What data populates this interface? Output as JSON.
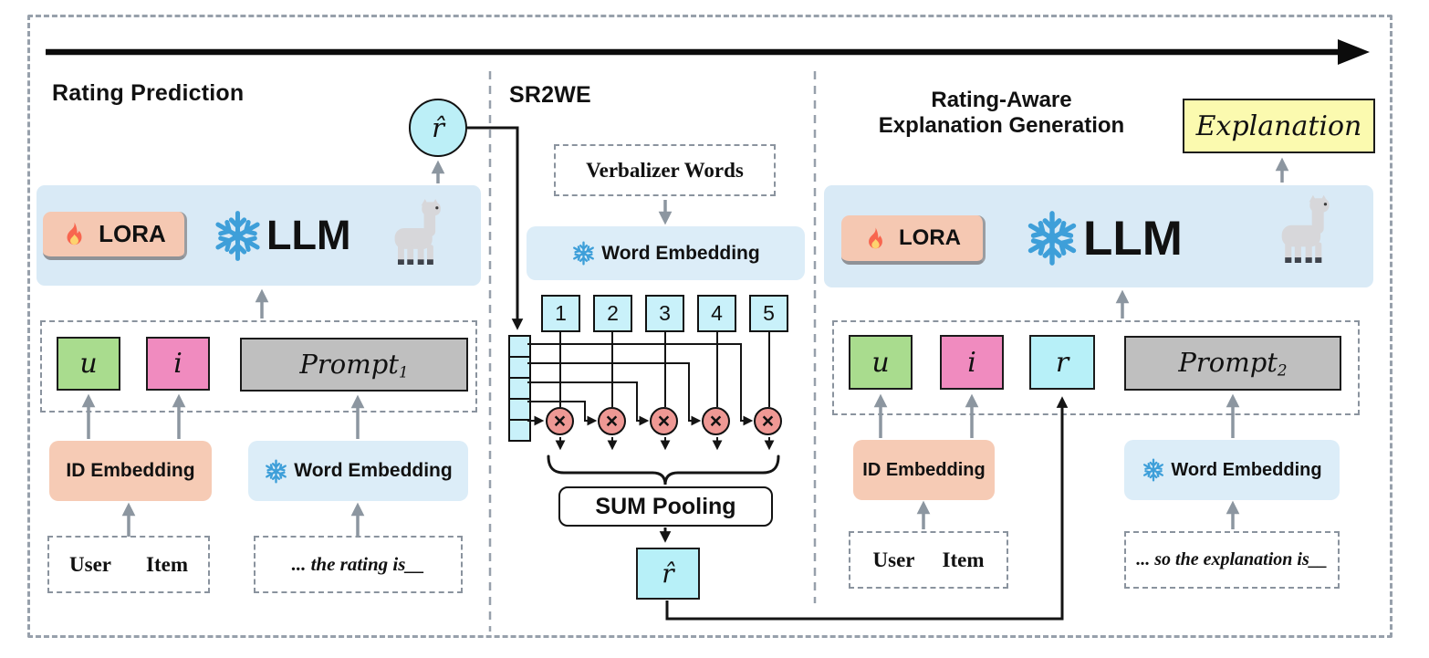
{
  "sections": {
    "rating_prediction": {
      "title": "Rating Prediction",
      "lora_label": "LORA",
      "llm_label": "LLM",
      "predicted_rating": "r̂",
      "inputs": {
        "user_token": "u",
        "item_token": "i",
        "prompt_label": "Prompt",
        "prompt_subscript": "1"
      },
      "id_embedding_label": "ID Embedding",
      "word_embedding_label": "Word Embedding",
      "user_label": "User",
      "item_label": "Item",
      "prompt_text": "... the rating is__"
    },
    "sr2we": {
      "title": "SR2WE",
      "verbalizer_label": "Verbalizer Words",
      "word_embedding_label": "Word Embedding",
      "verbalizer_word_ids": [
        "1",
        "2",
        "3",
        "4",
        "5"
      ],
      "multiply_symbol": "×",
      "sum_pooling_label": "SUM Pooling",
      "soft_rating_label": "r̂"
    },
    "explanation_generation": {
      "title_line1": "Rating-Aware",
      "title_line2": "Explanation Generation",
      "output_label": "Explanation",
      "lora_label": "LORA",
      "llm_label": "LLM",
      "inputs": {
        "user_token": "u",
        "item_token": "i",
        "rating_token": "r",
        "prompt_label": "Prompt",
        "prompt_subscript": "2"
      },
      "id_embedding_label": "ID Embedding",
      "word_embedding_label": "Word Embedding",
      "user_label": "User",
      "item_label": "Item",
      "prompt_text": "... so the explanation is__"
    }
  },
  "icons": {
    "fire": "fire-icon",
    "snowflake": "snowflake-icon",
    "llama": "llama-icon"
  },
  "colors": {
    "llm_box": "#D9EAF6",
    "lora_badge": "#F5C8B2",
    "id_embedding": "#F6CBB5",
    "word_embedding": "#DCEDF8",
    "user_green": "#A9DC8E",
    "item_pink": "#F08BBF",
    "rating_cyan": "#B7F0F8",
    "prompt_gray": "#BFBFBF",
    "multiply_pink": "#EE9894",
    "explanation_yellow": "#FBFAAF",
    "snowflake_blue": "#3E9FD9",
    "arrow_gray": "#8C96A0"
  }
}
